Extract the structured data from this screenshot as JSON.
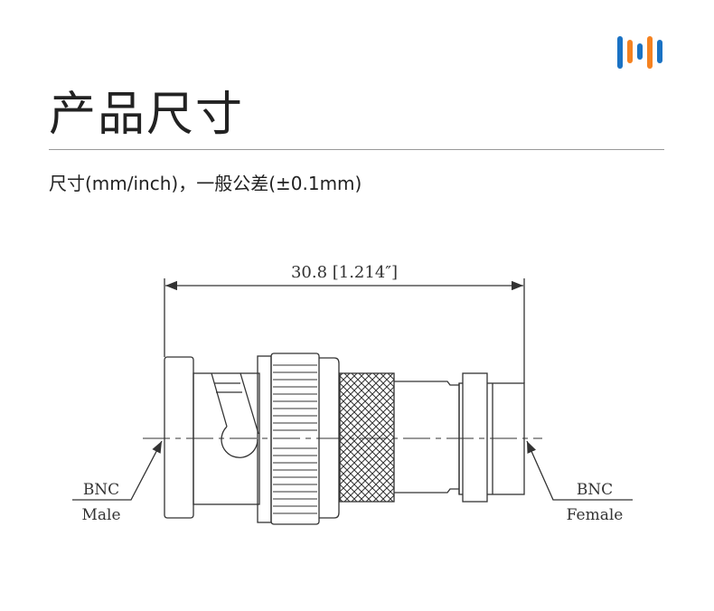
{
  "header": {
    "title": "产品尺寸",
    "logo": "brand-bars-logo"
  },
  "subtitle": "尺寸(mm/inch)，一般公差(±0.1mm)",
  "drawing": {
    "dimension": "30.8 [1.214″]",
    "left_label": {
      "line1": "BNC",
      "line2": "Male"
    },
    "right_label": {
      "line1": "BNC",
      "line2": "Female"
    }
  },
  "colors": {
    "blue": "#1a72c4",
    "orange": "#f58220",
    "line": "#333333"
  }
}
